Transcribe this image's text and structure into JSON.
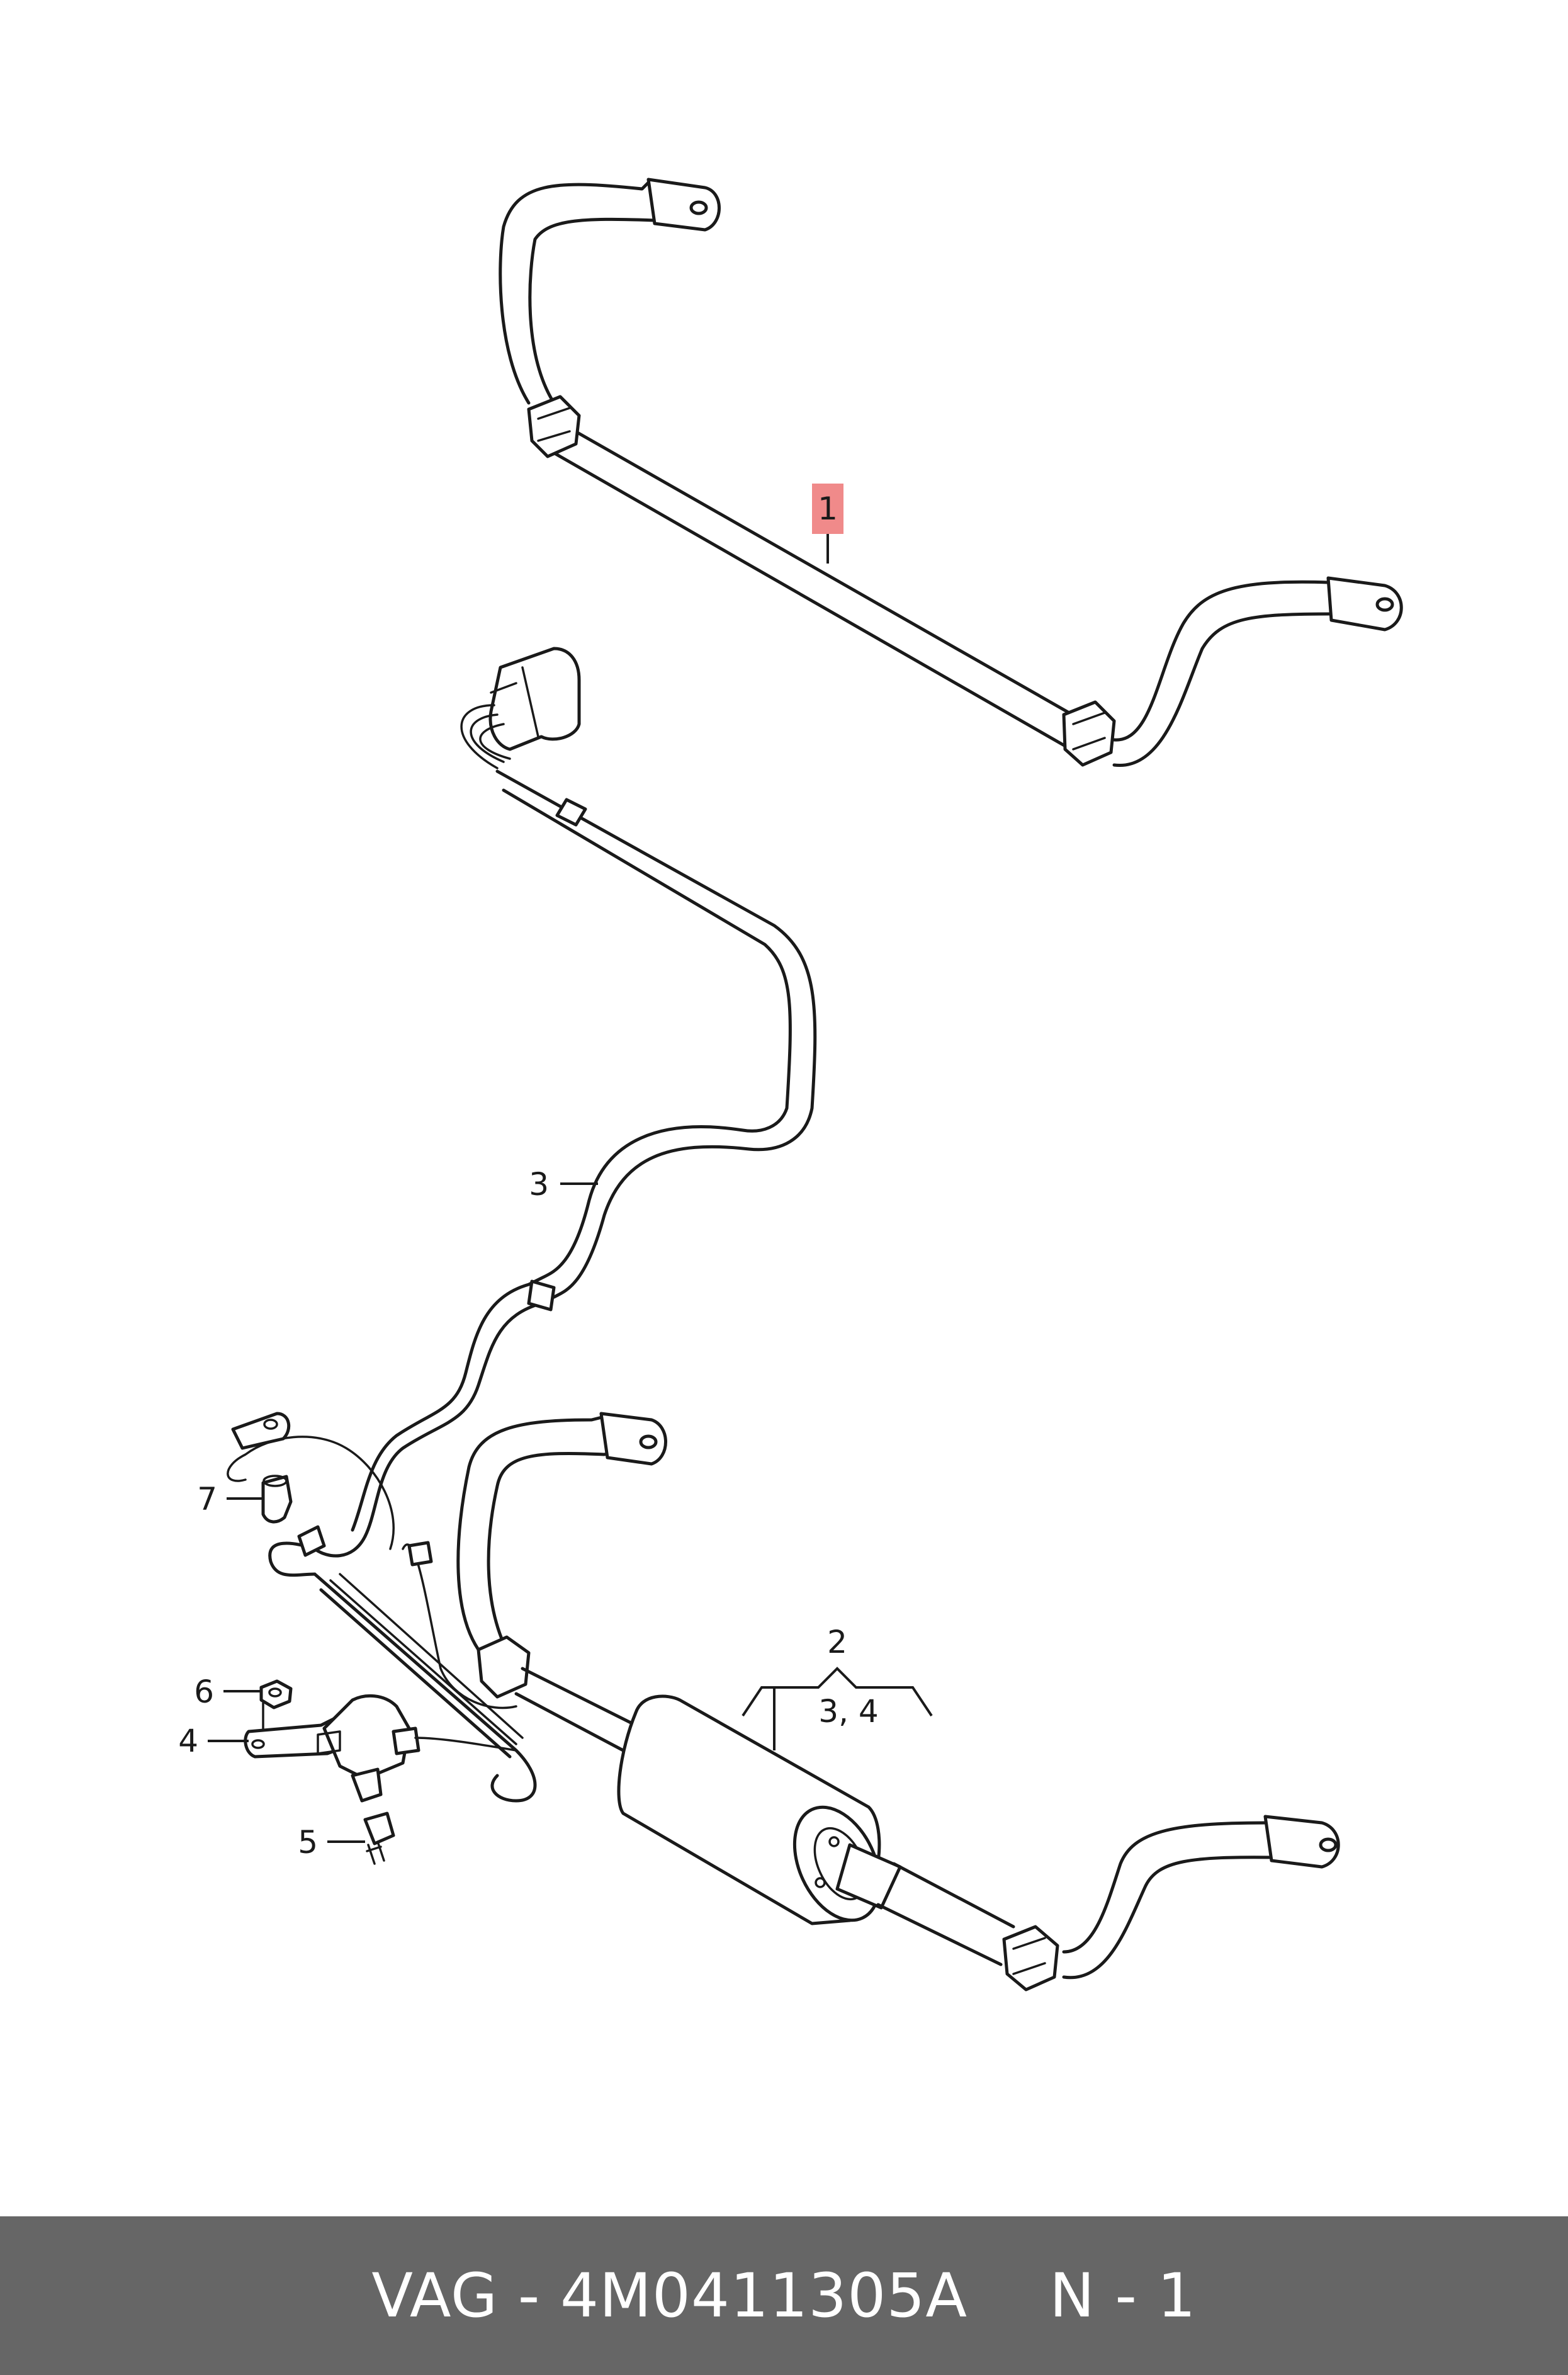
{
  "callouts": {
    "c1": "1",
    "c2": "2",
    "c3": "3",
    "c34": "3, 4",
    "c4": "4",
    "c5": "5",
    "c6": "6",
    "c7": "7"
  },
  "colors": {
    "highlight": "#f08a8a",
    "footer_bg": "#666666",
    "line": "#1a1a1a"
  },
  "footer": {
    "part_number": "VAG - 4M0411305A",
    "page": "N - 1"
  }
}
